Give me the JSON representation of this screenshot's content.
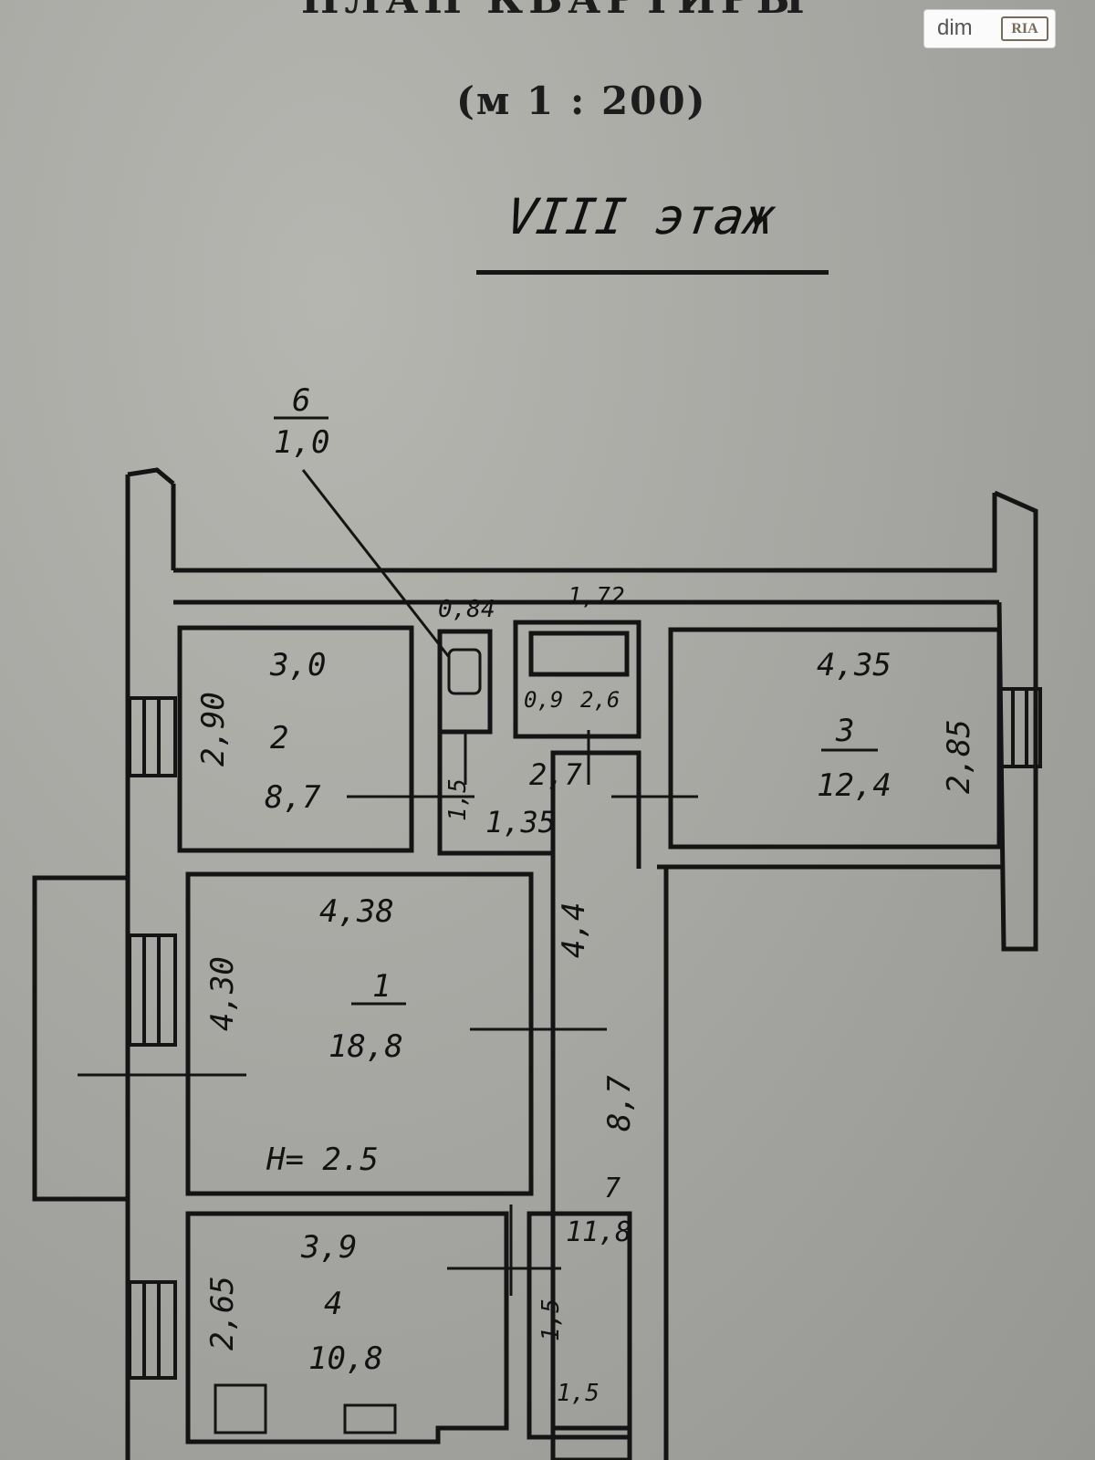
{
  "header": {
    "title": "ПЛАН КВАРТИРЫ",
    "scale": "(м 1 : 200)",
    "floor": "VIII этаж"
  },
  "logo": {
    "brand": "dim",
    "ria": "RIA"
  },
  "labels": {
    "closet_ref_num": "6",
    "closet_ref_area": "1,0",
    "toilet_width": "0,84",
    "bath_width": "1,72",
    "bath_area": "0,9",
    "bath_area_2": "2,6",
    "r2_width": "3,0",
    "r2_length": "2,90",
    "r2_num": "2",
    "r2_area": "8,7",
    "r3_width": "4,35",
    "r3_length": "2,85",
    "r3_num": "3",
    "r3_area": "12,4",
    "hall_width": "2,7",
    "hall_length": "1,35",
    "hall_side": "1,5",
    "r1_width": "4,38",
    "r1_length": "4,30",
    "r1_num": "1",
    "r1_area": "18,8",
    "r1_height": "H= 2.5",
    "corridor_len": "4,4",
    "corridor_area": "8,7",
    "c7_num": "7",
    "c7_area": "11,8",
    "c7_side": "1,5",
    "c7_side_2": "1,5",
    "r4_width": "3,9",
    "r4_length": "2,65",
    "r4_num": "4",
    "r4_area": "10,8"
  }
}
